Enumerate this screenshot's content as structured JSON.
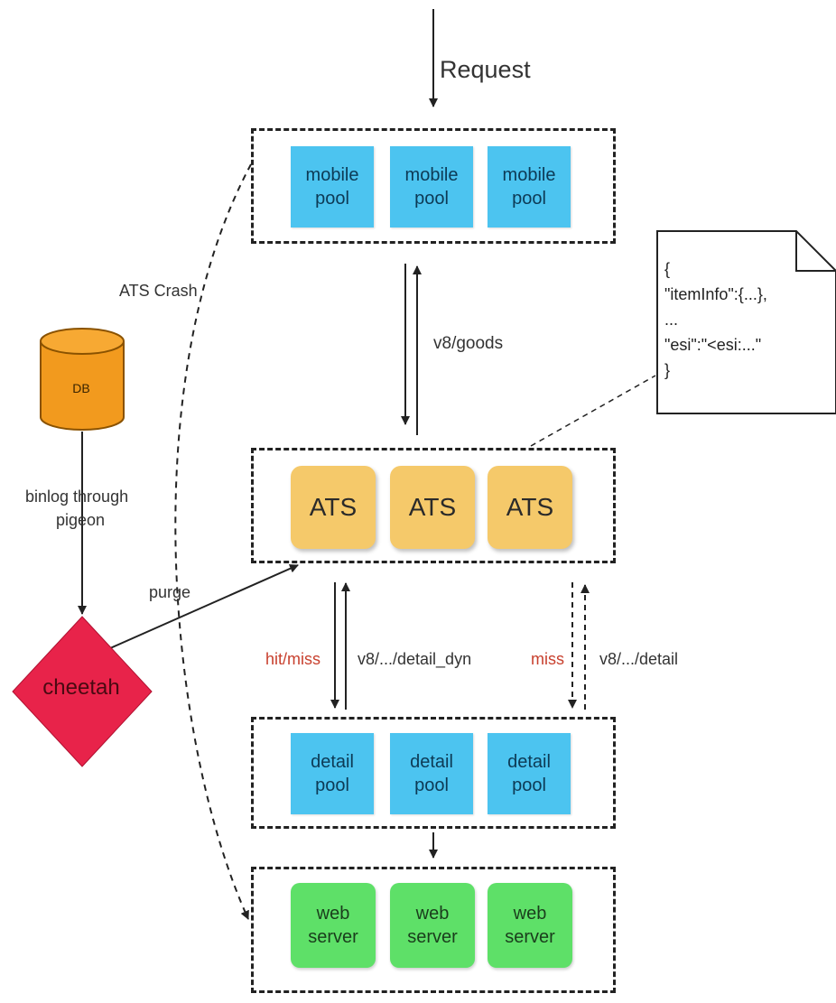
{
  "request_label": "Request",
  "mobile_pool": [
    {
      "line1": "mobile",
      "line2": "pool"
    },
    {
      "line1": "mobile",
      "line2": "pool"
    },
    {
      "line1": "mobile",
      "line2": "pool"
    }
  ],
  "ats": [
    "ATS",
    "ATS",
    "ATS"
  ],
  "detail_pool": [
    {
      "line1": "detail",
      "line2": "pool"
    },
    {
      "line1": "detail",
      "line2": "pool"
    },
    {
      "line1": "detail",
      "line2": "pool"
    }
  ],
  "web_server": [
    {
      "line1": "web",
      "line2": "server"
    },
    {
      "line1": "web",
      "line2": "server"
    },
    {
      "line1": "web",
      "line2": "server"
    }
  ],
  "labels": {
    "v8_goods": "v8/goods",
    "ats_crash": "ATS Crash",
    "binlog_line1": "binlog through",
    "binlog_line2": "pigeon",
    "purge": "purge",
    "hit_miss": "hit/miss",
    "detail_dyn": "v8/.../detail_dyn",
    "miss": "miss",
    "detail": "v8/.../detail"
  },
  "db_label": "DB",
  "cheetah_label": "cheetah",
  "note_lines": "{\n\"itemInfo\":{...},\n...\n\"esi\":\"<esi:...\"\n}",
  "colors": {
    "pool_blue": "#4cc4f0",
    "ats_orange": "#f5c96a",
    "web_green": "#5ee068",
    "db_orange": "#f29a1e",
    "cheetah_red": "#e8234a",
    "hit_miss_red": "#c8402e"
  }
}
